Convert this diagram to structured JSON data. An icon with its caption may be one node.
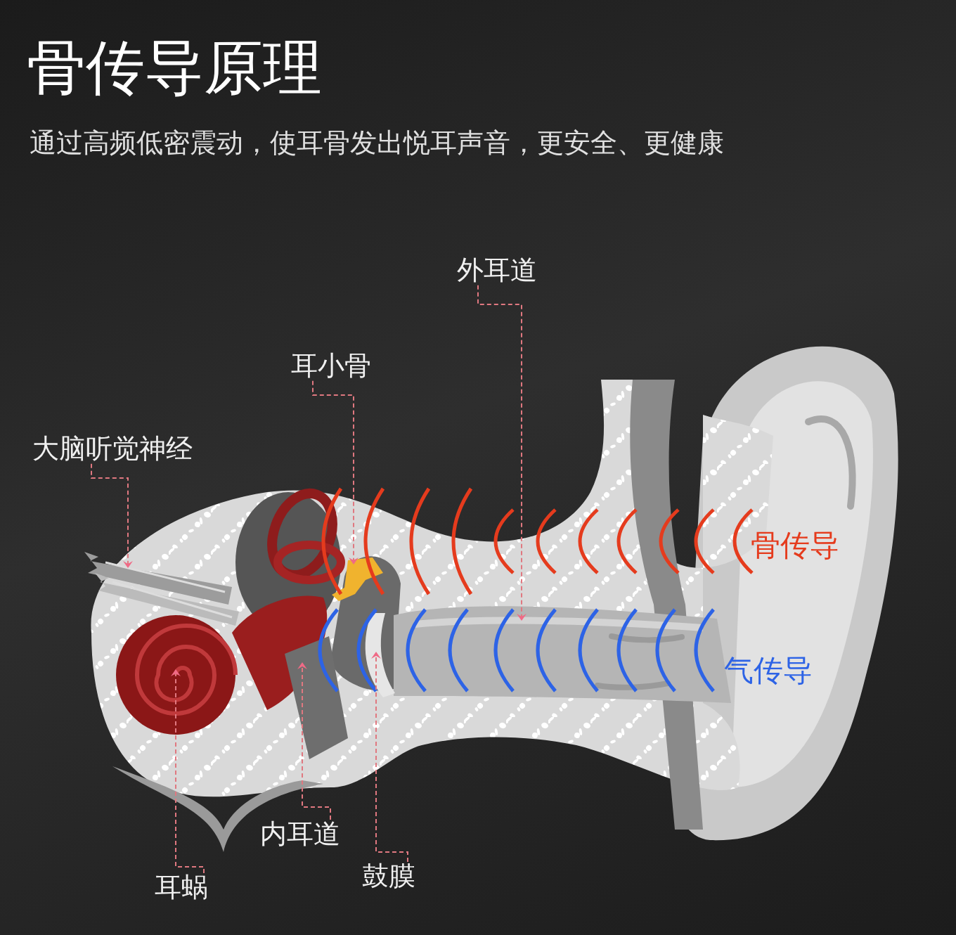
{
  "diagram": {
    "title": "骨传导原理",
    "nodes": [
      {
        "text": [
          "外耳道"
        ]
      },
      {
        "text": [
          "耳小骨"
        ]
      },
      {
        "text": [
          "大脑听觉神经"
        ]
      },
      {
        "text": [
          "内耳道"
        ]
      },
      {
        "text": [
          "鼓膜"
        ]
      },
      {
        "text": [
          "耳蜗"
        ]
      },
      {
        "text": [],
        "shape": "picture"
      },
      {
        "text": [],
        "shape": "picture"
      },
      {
        "text": [],
        "shape": "picture"
      },
      {
        "text": [],
        "shape": "picture"
      },
      {
        "text": [],
        "shape": "picture"
      },
      {
        "text": [],
        "shape": "picture"
      }
    ],
    "edges": [
      {
        "from": 0,
        "to": 6,
        "arrow": "to",
        "style": "dashed"
      },
      {
        "from": 1,
        "to": 7,
        "arrow": "to",
        "style": "dashed"
      },
      {
        "from": 2,
        "to": 8,
        "arrow": "to",
        "style": "dashed"
      },
      {
        "from": 3,
        "to": 9,
        "arrow": "to",
        "style": "dashed"
      },
      {
        "from": 4,
        "to": 10,
        "arrow": "to",
        "style": "dashed"
      },
      {
        "from": 5,
        "to": 11,
        "arrow": "to",
        "style": "dashed"
      }
    ],
    "labels": [
      "通过高频低密震动，使耳骨发出悦耳声音，更安全、更健康",
      "骨传导",
      "气传导"
    ]
  }
}
